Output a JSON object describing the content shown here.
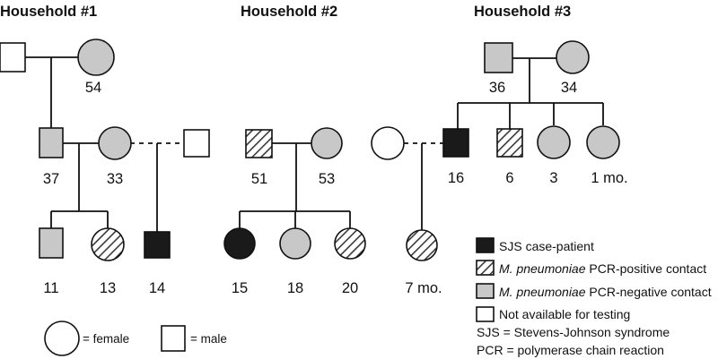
{
  "households": [
    {
      "title": "Household #1"
    },
    {
      "title": "Household #2"
    },
    {
      "title": "Household #3"
    }
  ],
  "people": {
    "h1_gf": {
      "label": ""
    },
    "h1_gm": {
      "label": "54"
    },
    "h1_father": {
      "label": "37"
    },
    "h1_mother": {
      "label": "33"
    },
    "h1_partner": {
      "label": ""
    },
    "h1_c11": {
      "label": "11"
    },
    "h1_c13": {
      "label": "13"
    },
    "h1_c14": {
      "label": "14"
    },
    "h2_father": {
      "label": "51"
    },
    "h2_mother": {
      "label": "53"
    },
    "h2_c15": {
      "label": "15"
    },
    "h2_c18": {
      "label": "18"
    },
    "h2_c20": {
      "label": "20"
    },
    "h3_partner": {
      "label": ""
    },
    "h3_child7": {
      "label": "7 mo."
    },
    "h3_gf": {
      "label": "36"
    },
    "h3_gm": {
      "label": "34"
    },
    "h3_c16": {
      "label": "16"
    },
    "h3_c6": {
      "label": "6"
    },
    "h3_c3": {
      "label": "3"
    },
    "h3_c1": {
      "label": "1 mo."
    }
  },
  "legend": {
    "female": "= female",
    "male": "= male",
    "case": "SJS case-patient",
    "positive_italic": "M. pneumoniae",
    "positive_rest": " PCR-positive contact",
    "negative_italic": "M. pneumoniae",
    "negative_rest": " PCR-negative contact",
    "not_available": "Not available for testing",
    "sjs": "SJS = Stevens-Johnson syndrome",
    "pcr": "PCR = polymerase chain reaction"
  },
  "colors": {
    "case": "#1a1a1a",
    "negative": "#c8c8c8",
    "unavailable": "#ffffff",
    "hatch_bg": "#ffffff",
    "hatch_line": "#3a3a3a",
    "line": "#111111"
  }
}
